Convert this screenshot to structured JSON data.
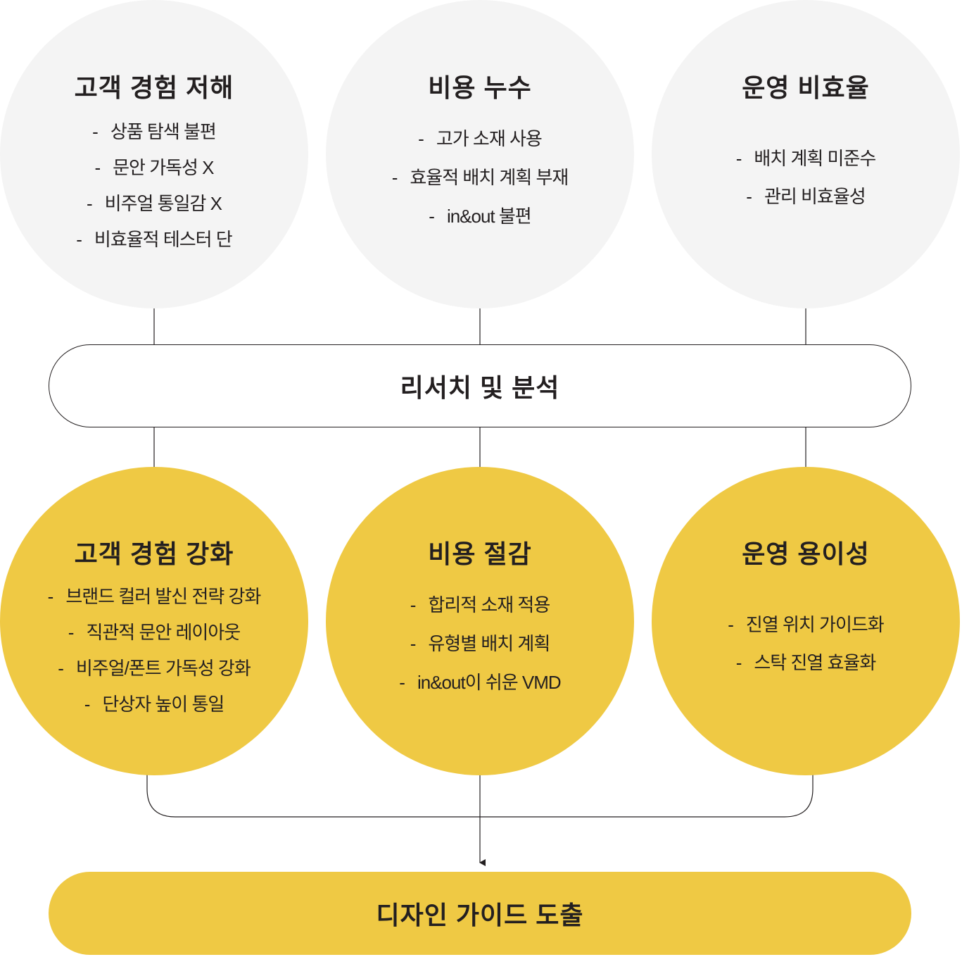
{
  "problems": [
    {
      "title": "고객 경험 저해",
      "items": [
        "상품 탐색 불편",
        "문안 가독성 X",
        "비주얼 통일감 X",
        "비효율적 테스터 단"
      ]
    },
    {
      "title": "비용 누수",
      "items": [
        "고가 소재 사용",
        "효율적 배치 계획 부재",
        "in&out 불편"
      ]
    },
    {
      "title": "운영 비효율",
      "items": [
        "배치 계획 미준수",
        "관리 비효율성"
      ]
    }
  ],
  "research": {
    "label": "리서치 및 분석"
  },
  "solutions": [
    {
      "title": "고객 경험 강화",
      "items": [
        "브랜드 컬러 발신 전략 강화",
        "직관적 문안 레이아웃",
        "비주얼/폰트 가독성 강화",
        "단상자 높이 통일"
      ]
    },
    {
      "title": "비용 절감",
      "items": [
        "합리적 소재 적용",
        "유형별 배치 계획",
        "in&out이 쉬운 VMD"
      ]
    },
    {
      "title": "운영 용이성",
      "items": [
        "진열 위치 가이드화",
        "스탁 진열 효율화"
      ]
    }
  ],
  "result": {
    "label": "디자인 가이드 도출"
  },
  "colors": {
    "gray": "#f4f4f4",
    "yellow": "#efc944",
    "text": "#231f20"
  }
}
